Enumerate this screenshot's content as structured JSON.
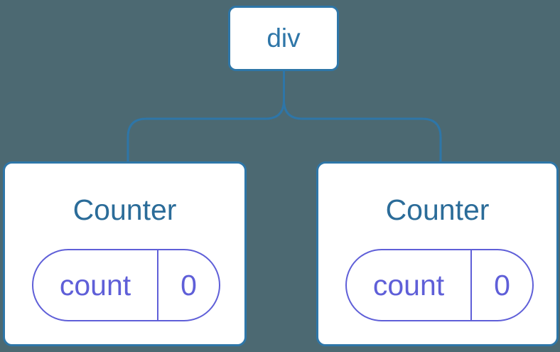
{
  "colors": {
    "bg": "#4c6972",
    "line_blue": "#2e76a8",
    "title_blue": "#2b6c99",
    "purple": "#5f5fd8",
    "box_bg": "#ffffff"
  },
  "tree": {
    "root": {
      "label": "div"
    },
    "children": [
      {
        "title": "Counter",
        "state": {
          "key": "count",
          "value": "0"
        }
      },
      {
        "title": "Counter",
        "state": {
          "key": "count",
          "value": "0"
        }
      }
    ]
  }
}
